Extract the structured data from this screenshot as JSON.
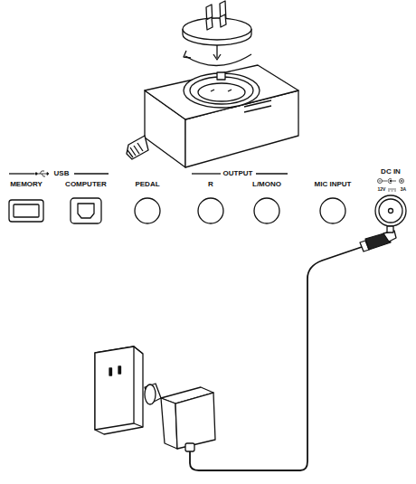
{
  "diagram": {
    "labels": [
      "USB",
      "MEMORY",
      "COMPUTER",
      "PEDAL",
      "OUTPUT",
      "R",
      "L/MONO",
      "MIC INPUT",
      "DC IN",
      "12V",
      "3A"
    ]
  }
}
